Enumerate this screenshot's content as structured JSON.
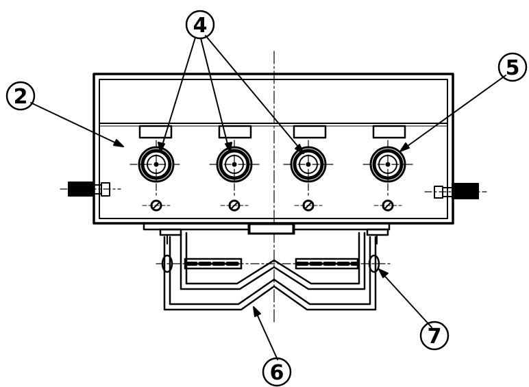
{
  "callouts": [
    {
      "id": "c2",
      "label": "2"
    },
    {
      "id": "c4",
      "label": "4"
    },
    {
      "id": "c5",
      "label": "5"
    },
    {
      "id": "c6",
      "label": "6"
    },
    {
      "id": "c7",
      "label": "7"
    }
  ],
  "colors": {
    "ink": "#000000",
    "paper": "#ffffff"
  }
}
